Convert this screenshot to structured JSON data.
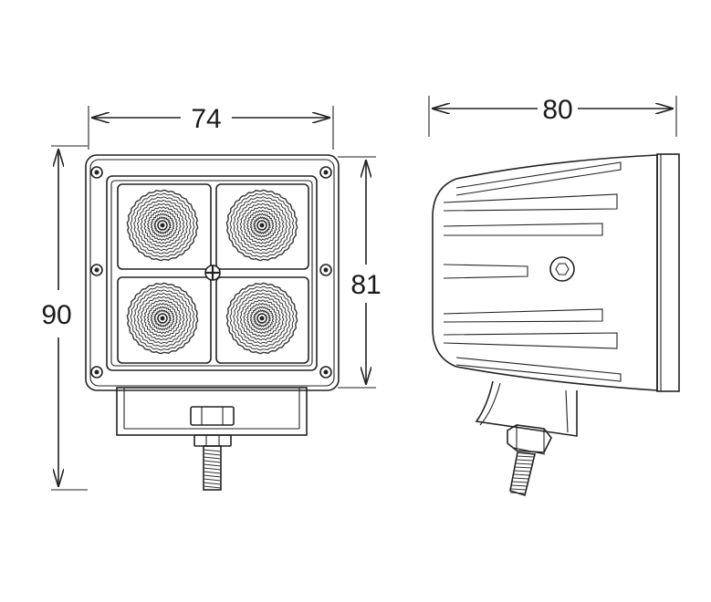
{
  "dimensions": {
    "front_width": "74",
    "front_height_overall": "90",
    "front_height_housing": "81",
    "side_depth": "80"
  },
  "colors": {
    "line": "#222222",
    "background": "#ffffff"
  },
  "icons": {
    "center_mark": "crosshair-circle",
    "adjust_bolt": "hex-bolt"
  }
}
